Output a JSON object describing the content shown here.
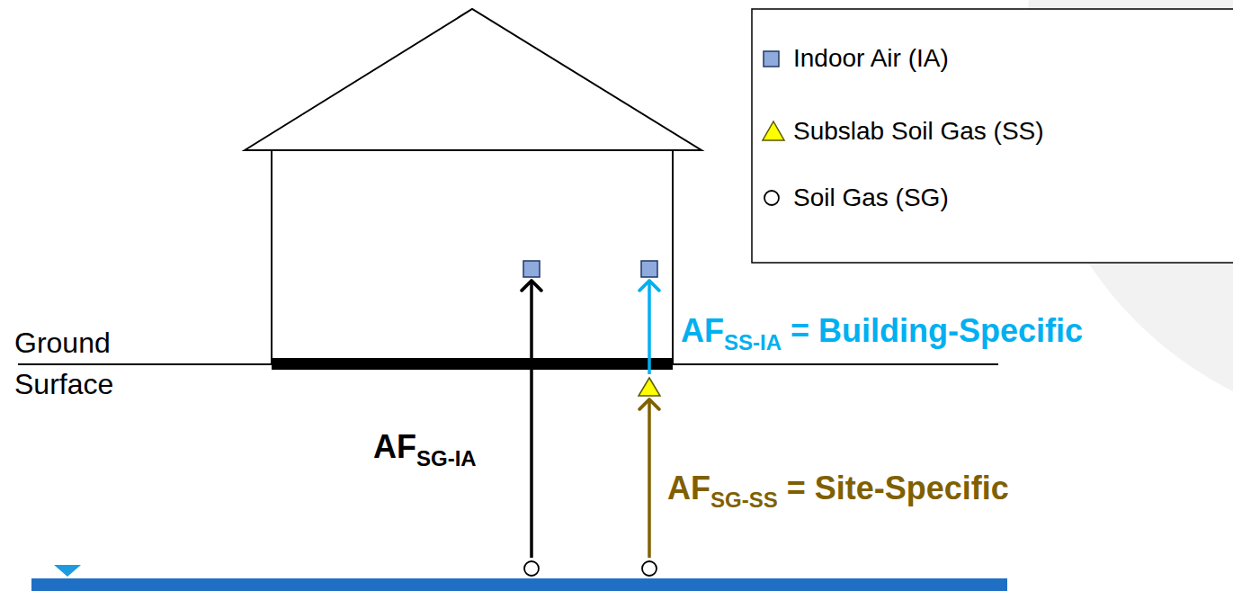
{
  "diagram": {
    "nodes": [
      {
        "text": []
      },
      {
        "text": []
      },
      {
        "text": []
      },
      {
        "text": []
      },
      {
        "text": []
      }
    ],
    "edges": [
      {
        "from": 3,
        "to": 0,
        "arrow": "to",
        "label": "AFSG-IA"
      },
      {
        "from": 2,
        "to": 1,
        "arrow": "to",
        "label": "AFSS-IA = Building-Specific"
      },
      {
        "from": 4,
        "to": 2,
        "arrow": "to",
        "label": "AFSG-SS = Site-Specific"
      }
    ],
    "labels": [
      "Ground Surface"
    ],
    "legend": [
      {
        "text": "Indoor Air (IA)"
      },
      {
        "text": "Subslab Soil Gas (SS)"
      },
      {
        "text": "Soil Gas (SG)"
      }
    ]
  }
}
